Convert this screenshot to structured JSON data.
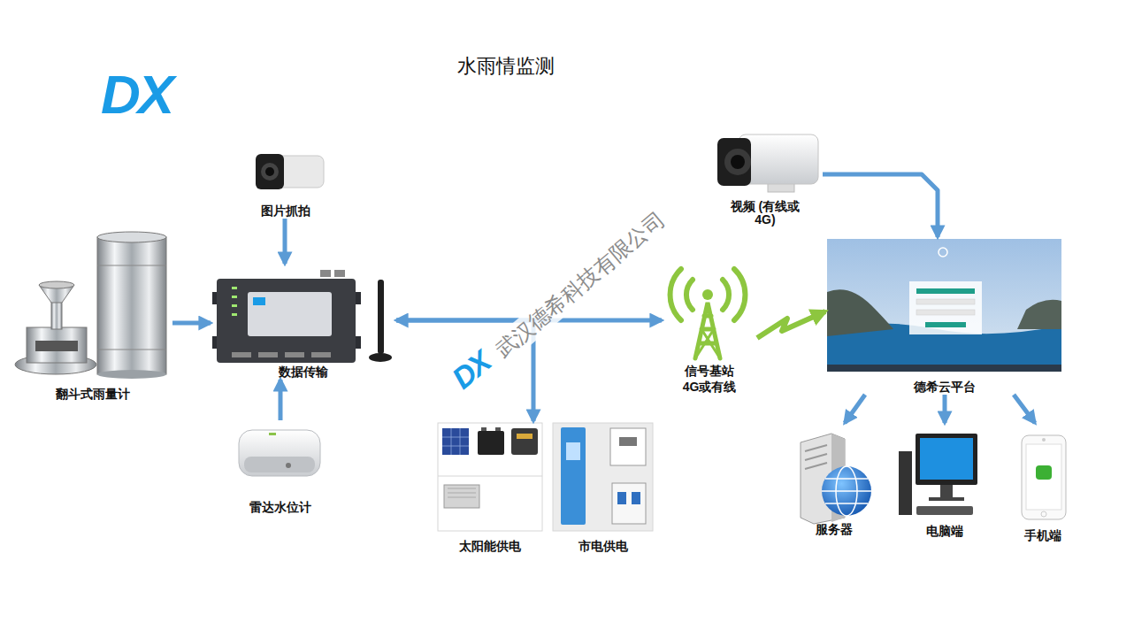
{
  "diagram": {
    "title": "水雨情监测",
    "nodes": [
      {
        "text": [
          "图片抓拍"
        ]
      },
      {
        "text": [
          "翻斗式雨量计"
        ]
      },
      {
        "text": [
          "数据传输"
        ]
      },
      {
        "text": [
          "雷达水位计"
        ]
      },
      {
        "text": [
          "太阳能供电"
        ]
      },
      {
        "text": [
          "市电供电"
        ]
      },
      {
        "text": [
          "视频 (有线或4G)"
        ]
      },
      {
        "text": [
          "信号基站 4G或有线"
        ]
      },
      {
        "text": [
          "德希云平台"
        ]
      },
      {
        "text": [
          "服务器"
        ]
      },
      {
        "text": [
          "电脑端"
        ]
      },
      {
        "text": [
          "手机端"
        ]
      }
    ],
    "edges": [
      {
        "from": 0,
        "to": 2,
        "arrow": "to"
      },
      {
        "from": 1,
        "to": 2,
        "arrow": "to"
      },
      {
        "from": 3,
        "to": 2,
        "arrow": "to"
      },
      {
        "from": 2,
        "to": 7,
        "arrow": "both"
      },
      {
        "from": 2,
        "to": 4,
        "arrow": "to"
      },
      {
        "from": 6,
        "to": 8,
        "arrow": "to"
      },
      {
        "from": 7,
        "to": 8,
        "arrow": "to"
      },
      {
        "from": 8,
        "to": 9,
        "arrow": "to"
      },
      {
        "from": 8,
        "to": 10,
        "arrow": "to"
      },
      {
        "from": 8,
        "to": 11,
        "arrow": "to"
      }
    ],
    "labels": [
      "DX",
      "DX",
      "武汉德希科技有限公司"
    ]
  }
}
